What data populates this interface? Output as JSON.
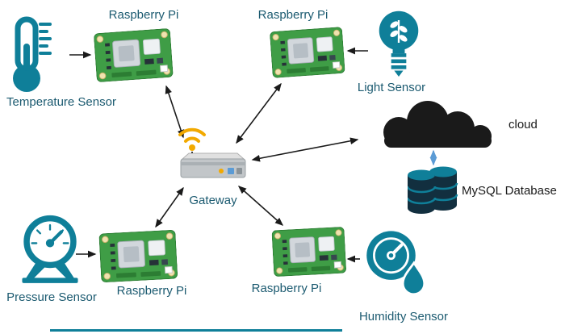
{
  "colors": {
    "teal": "#0f7f99",
    "label_teal": "#1b5a70",
    "ink": "#1a1a1a",
    "wifi_orange": "#f2a900",
    "arrow_blue": "#5b9bd5",
    "pcb_green": "#3f9d46",
    "pcb_dark": "#2c7d33",
    "db_dark": "#122f3f"
  },
  "nodes": {
    "temperature_sensor": {
      "label": "Temperature Sensor",
      "icon": "thermometer-icon"
    },
    "raspberry_pi_top_left": {
      "label": "Raspberry Pi",
      "icon": "raspberry-pi-board-icon"
    },
    "raspberry_pi_top_right": {
      "label": "Raspberry Pi",
      "icon": "raspberry-pi-board-icon"
    },
    "light_sensor": {
      "label": "Light Sensor",
      "icon": "eco-bulb-icon"
    },
    "cloud": {
      "label": "cloud",
      "icon": "cloud-icon"
    },
    "mysql_database": {
      "label": "MySQL Database",
      "icon": "database-stack-icon"
    },
    "gateway": {
      "label": "Gateway",
      "icon": "router-wifi-icon"
    },
    "pressure_sensor": {
      "label": "Pressure Sensor",
      "icon": "pressure-gauge-icon"
    },
    "raspberry_pi_bottom_left": {
      "label": "Raspberry Pi",
      "icon": "raspberry-pi-board-icon"
    },
    "raspberry_pi_bottom_right": {
      "label": "Raspberry Pi",
      "icon": "raspberry-pi-board-icon"
    },
    "humidity_sensor": {
      "label": "Humidity Sensor",
      "icon": "humidity-gauge-icon"
    }
  },
  "connections": [
    {
      "from": "temperature_sensor",
      "to": "raspberry_pi_top_left",
      "type": "single-arrow"
    },
    {
      "from": "light_sensor",
      "to": "raspberry_pi_top_right",
      "type": "single-arrow"
    },
    {
      "from": "pressure_sensor",
      "to": "raspberry_pi_bottom_left",
      "type": "single-arrow"
    },
    {
      "from": "humidity_sensor",
      "to": "raspberry_pi_bottom_right",
      "type": "single-arrow"
    },
    {
      "from": "gateway",
      "to": "raspberry_pi_top_left",
      "type": "double-arrow"
    },
    {
      "from": "gateway",
      "to": "raspberry_pi_top_right",
      "type": "double-arrow"
    },
    {
      "from": "gateway",
      "to": "raspberry_pi_bottom_left",
      "type": "double-arrow"
    },
    {
      "from": "gateway",
      "to": "raspberry_pi_bottom_right",
      "type": "double-arrow"
    },
    {
      "from": "gateway",
      "to": "cloud",
      "type": "double-arrow"
    },
    {
      "from": "cloud",
      "to": "mysql_database",
      "type": "double-arrow",
      "color": "arrow_blue"
    }
  ]
}
